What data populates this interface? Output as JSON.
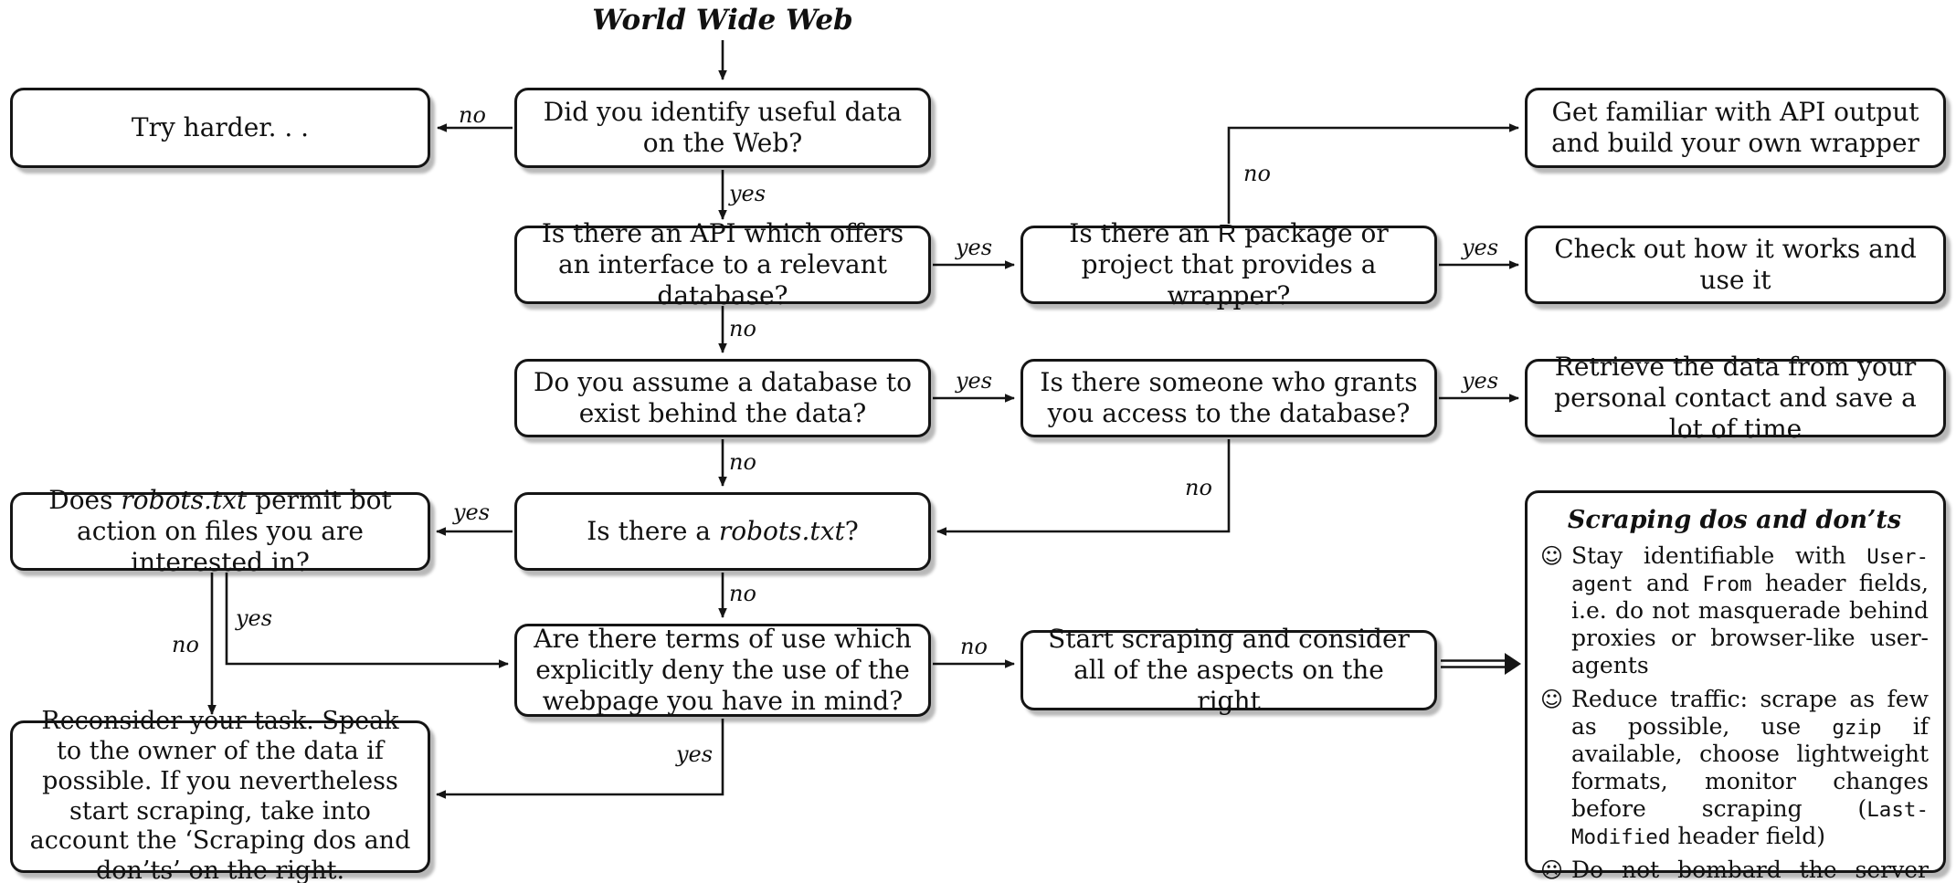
{
  "title": "World Wide Web",
  "nodes": {
    "try_harder": {
      "text": "Try harder. . ."
    },
    "identify": {
      "text": "Did you identify useful data on the Web?"
    },
    "api": {
      "text": "Is there an API which offers an interface to a relevant database?"
    },
    "r_package": {
      "segments": [
        {
          "text": "Is there an ",
          "style": "normal"
        },
        {
          "text": "R",
          "style": "sans"
        },
        {
          "text": " package or project that provides a wrapper?",
          "style": "normal"
        }
      ]
    },
    "get_familiar": {
      "text": "Get familiar with API output and build your own wrapper"
    },
    "check_out": {
      "text": "Check out how it works and use it"
    },
    "assume_db": {
      "text": "Do you assume a database to exist behind the data?"
    },
    "grants_access": {
      "text": "Is there someone who grants you access to the database?"
    },
    "retrieve": {
      "text": "Retrieve the data from your personal contact and save a lot of time"
    },
    "robots": {
      "segments": [
        {
          "text": "Is there a ",
          "style": "normal"
        },
        {
          "text": "robots.txt",
          "style": "italic"
        },
        {
          "text": "?",
          "style": "normal"
        }
      ]
    },
    "robots_permit": {
      "segments": [
        {
          "text": "Does ",
          "style": "normal"
        },
        {
          "text": "robots.txt",
          "style": "italic"
        },
        {
          "text": " permit bot action on files you are interested in?",
          "style": "normal"
        }
      ]
    },
    "terms": {
      "text": "Are there terms of use which explicitly deny the use of the webpage you have in mind?"
    },
    "start_scraping": {
      "text": "Start scraping and consider all of the aspects on the right"
    },
    "reconsider": {
      "text": "Reconsider your task. Speak to the owner of the data if possible. If you nevertheless start scraping, take into account the ‘Scraping dos and don’ts’ on the right."
    }
  },
  "dos_donts": {
    "title": "Scraping dos and don’ts",
    "items": [
      {
        "icon": "☺",
        "segments": [
          {
            "text": "Stay identifiable with ",
            "style": "normal"
          },
          {
            "text": "User-agent",
            "style": "mono"
          },
          {
            "text": " and ",
            "style": "normal"
          },
          {
            "text": "From",
            "style": "mono"
          },
          {
            "text": " header fields, i.e. do not masquerade behind proxies or browser-like user-agents",
            "style": "normal"
          }
        ]
      },
      {
        "icon": "☺",
        "segments": [
          {
            "text": "Reduce traffic: scrape as few as possible, use ",
            "style": "normal"
          },
          {
            "text": "gzip",
            "style": "mono"
          },
          {
            "text": " if available, choose lightweight formats, monitor changes before scraping (",
            "style": "normal"
          },
          {
            "text": "Last-Modified",
            "style": "mono"
          },
          {
            "text": " header field)",
            "style": "normal"
          }
        ]
      },
      {
        "icon": "☹",
        "segments": [
          {
            "text": "Do not bombard the server with unnecessary requests",
            "style": "normal"
          }
        ]
      }
    ]
  },
  "edges": [
    {
      "label": "no"
    },
    {
      "label": "yes"
    },
    {
      "label": "yes"
    },
    {
      "label": "no"
    },
    {
      "label": "yes"
    },
    {
      "label": "no"
    },
    {
      "label": "yes"
    },
    {
      "label": "yes"
    },
    {
      "label": "no"
    },
    {
      "label": "no"
    },
    {
      "label": "yes"
    },
    {
      "label": "no"
    },
    {
      "label": "no"
    },
    {
      "label": "yes"
    },
    {
      "label": "no"
    },
    {
      "label": "yes"
    }
  ]
}
